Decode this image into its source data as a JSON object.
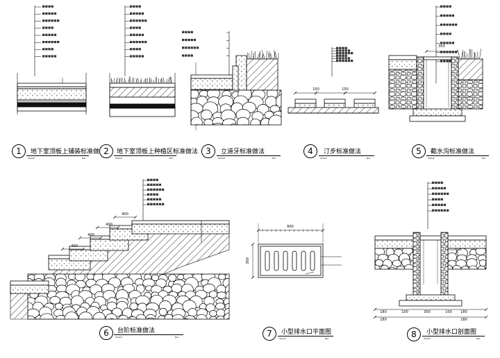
{
  "details": [
    {
      "num": "1",
      "title": "地下室顶板上铺装标准做法",
      "scale_left": "SCALE",
      "scale_right": "N/A"
    },
    {
      "num": "2",
      "title": "地下室顶板上种植区标准做法",
      "scale_left": "SCALE",
      "scale_right": "N/A"
    },
    {
      "num": "3",
      "title": "立道牙标准做法",
      "scale_left": "SCALE",
      "scale_right": "N/A"
    },
    {
      "num": "4",
      "title": "汀步标准做法",
      "scale_left": "SCALE",
      "scale_right": "N/A"
    },
    {
      "num": "5",
      "title": "截水沟标准做法",
      "scale_left": "SCALE",
      "scale_right": "N/A"
    },
    {
      "num": "6",
      "title": "台阶标准做法",
      "scale_left": "SCALE",
      "scale_right": "N/A"
    },
    {
      "num": "7",
      "title": "小型排水口平面图",
      "scale_left": "SCALE",
      "scale_right": "N/A"
    },
    {
      "num": "8",
      "title": "小型排水口剖面图",
      "scale_left": "SCALE",
      "scale_right": "N/A"
    }
  ],
  "dims": {
    "d4_150a": "150",
    "d4_150b": "150",
    "d6_400_1": "400",
    "d6_400_2": "400",
    "d6_400_3": "400",
    "d6_400_4": "400",
    "d7_600": "600",
    "d7_300": "300",
    "d5_300": "300",
    "d8_180a": "180",
    "d8_180b": "180",
    "d8_180c": "180",
    "d8_180d": "180",
    "d8_100a": "100",
    "d8_100b": "100",
    "d8_300": "300"
  }
}
